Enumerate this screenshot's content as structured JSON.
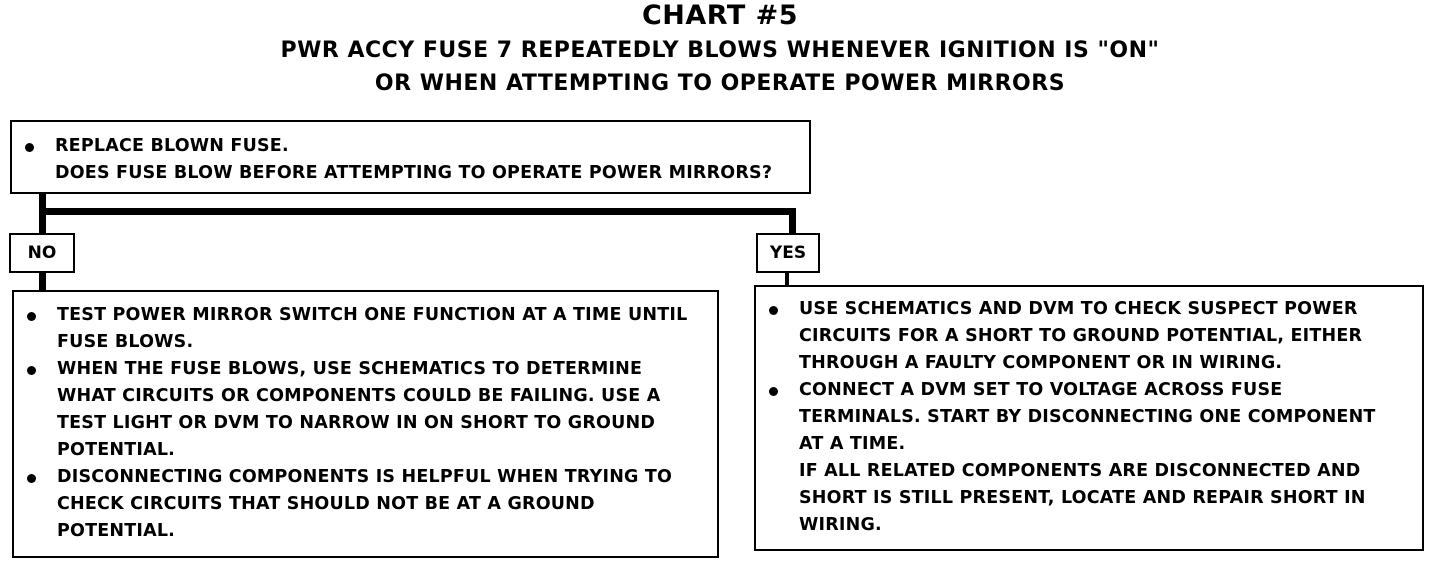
{
  "header": {
    "title": "CHART #5",
    "subtitle_line1": "PWR ACCY FUSE 7 REPEATEDLY BLOWS WHENEVER IGNITION IS \"ON\"",
    "subtitle_line2": "OR WHEN ATTEMPTING TO OPERATE POWER MIRRORS"
  },
  "question": {
    "line1": "REPLACE BLOWN FUSE.",
    "line2": "DOES FUSE BLOW BEFORE ATTEMPTING TO OPERATE POWER MIRRORS?"
  },
  "branches": {
    "no_label": "NO",
    "yes_label": "YES"
  },
  "no_steps": {
    "item1": [
      "TEST POWER MIRROR SWITCH ONE FUNCTION AT A TIME UNTIL",
      "FUSE BLOWS."
    ],
    "item2": [
      "WHEN THE FUSE BLOWS, USE SCHEMATICS TO DETERMINE",
      "WHAT CIRCUITS OR COMPONENTS COULD BE FAILING.  USE A",
      "TEST LIGHT OR DVM TO NARROW IN ON SHORT TO GROUND",
      "POTENTIAL."
    ],
    "item3": [
      "DISCONNECTING COMPONENTS IS HELPFUL WHEN TRYING TO",
      "CHECK CIRCUITS THAT SHOULD NOT BE AT A GROUND",
      "POTENTIAL."
    ]
  },
  "yes_steps": {
    "item1": [
      "USE SCHEMATICS AND DVM TO CHECK SUSPECT POWER",
      "CIRCUITS FOR A SHORT TO GROUND POTENTIAL, EITHER",
      "THROUGH A FAULTY COMPONENT OR IN WIRING."
    ],
    "item2": [
      "CONNECT A DVM SET TO VOLTAGE ACROSS FUSE",
      "TERMINALS.  START BY DISCONNECTING ONE COMPONENT",
      "AT A TIME.",
      "IF ALL RELATED COMPONENTS ARE DISCONNECTED AND",
      "SHORT IS STILL PRESENT, LOCATE AND REPAIR SHORT IN",
      "WIRING."
    ]
  }
}
